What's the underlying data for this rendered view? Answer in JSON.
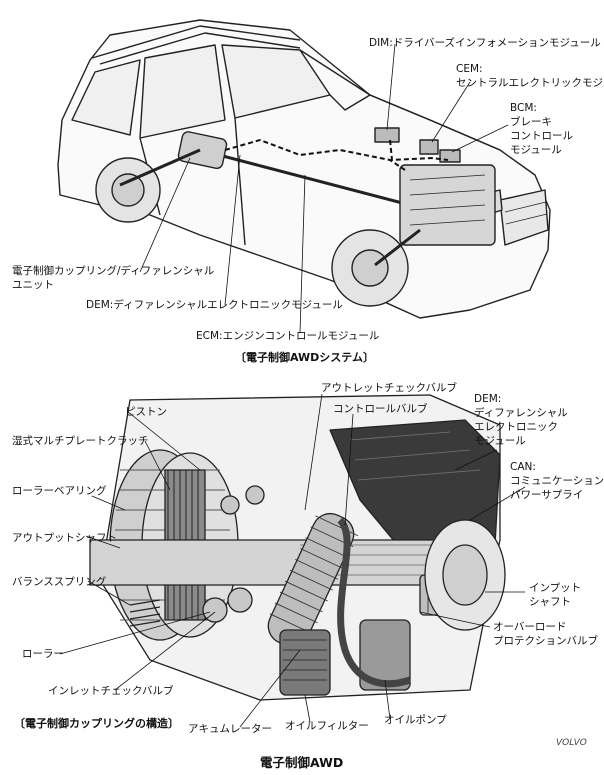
{
  "system_diagram": {
    "caption": "〔電子制御AWDシステム〕",
    "labels": {
      "dim": "DIM:ドライバーズインフォメーションモジュール",
      "cem_title": "CEM:",
      "cem_body": "セントラルエレクトリックモジュール",
      "bcm": "BCM:\nブレーキ\nコントロール\nモジュール",
      "coupling_unit": "電子制御カップリング/ディファレンシャル\nユニット",
      "dem": "DEM:ディファレンシャルエレクトロニックモジュール",
      "ecm": "ECM:エンジンコントロールモジュール"
    }
  },
  "coupling_diagram": {
    "caption": "〔電子制御カップリングの構造〕",
    "labels": {
      "outlet_check_valve": "アウトレットチェックバルブ",
      "piston": "ピストン",
      "control_valve": "コントロールバルブ",
      "dem": "DEM:\nディファレンシャル\nエレクトロニック\nモジュール",
      "wet_clutch": "湿式マルチプレートクラッチ",
      "roller_bearing": "ローラーベアリング",
      "output_shaft": "アウトプットシャフト",
      "can": "CAN:\nコミュニケーション&\nパワーサプライ",
      "balance_spring": "バランススプリング",
      "input_shaft": "インプット\nシャフト",
      "overload_valve": "オーバーロード\nプロテクションバルブ",
      "roller": "ローラー",
      "inlet_check_valve": "インレットチェックバルブ",
      "oil_pump": "オイルポンプ",
      "accumulator": "アキュムレーター",
      "oil_filter": "オイルフィルター"
    }
  },
  "footer": {
    "title": "電子制御AWD",
    "credit": "VOLVO"
  }
}
